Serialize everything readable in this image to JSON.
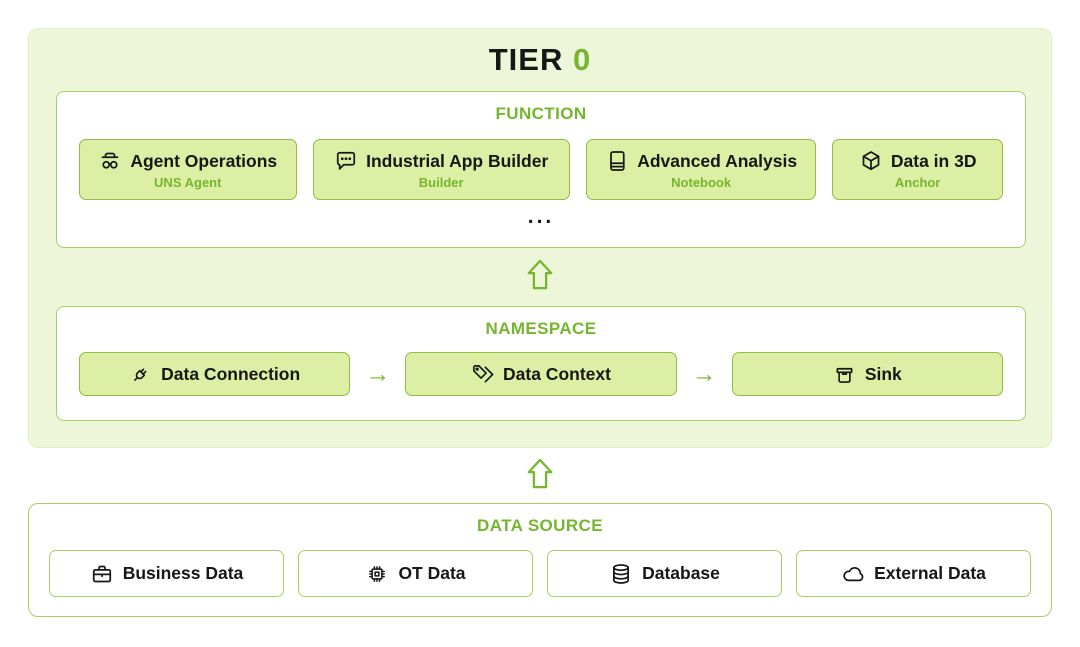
{
  "colors": {
    "accent_green": "#74b62e",
    "card_fill": "#ddefa4",
    "card_border": "#8fbe42",
    "panel_border": "#a9cf63",
    "tier_fill": "#edf6d8",
    "text_dark": "#171717"
  },
  "tier": {
    "title_dark": "TIER",
    "title_accent": "0",
    "function": {
      "title": "FUNCTION",
      "ellipsis": "...",
      "cards": [
        {
          "label": "Agent Operations",
          "sublabel": "UNS Agent",
          "icon": "incognito-agent-icon"
        },
        {
          "label": "Industrial App Builder",
          "sublabel": "Builder",
          "icon": "chat-bubble-icon"
        },
        {
          "label": "Advanced Analysis",
          "sublabel": "Notebook",
          "icon": "notebook-icon"
        },
        {
          "label": "Data in 3D",
          "sublabel": "Anchor",
          "icon": "cube-3d-icon"
        }
      ]
    },
    "namespace": {
      "title": "NAMESPACE",
      "arrow": "→",
      "cards": [
        {
          "label": "Data Connection",
          "icon": "plug-icon"
        },
        {
          "label": "Data Context",
          "icon": "tags-icon"
        },
        {
          "label": "Sink",
          "icon": "sink-bin-icon"
        }
      ]
    }
  },
  "data_source": {
    "title": "DATA SOURCE",
    "cards": [
      {
        "label": "Business Data",
        "icon": "briefcase-icon"
      },
      {
        "label": "OT Data",
        "icon": "chip-icon"
      },
      {
        "label": "Database",
        "icon": "database-icon"
      },
      {
        "label": "External Data",
        "icon": "cloud-icon"
      }
    ]
  }
}
